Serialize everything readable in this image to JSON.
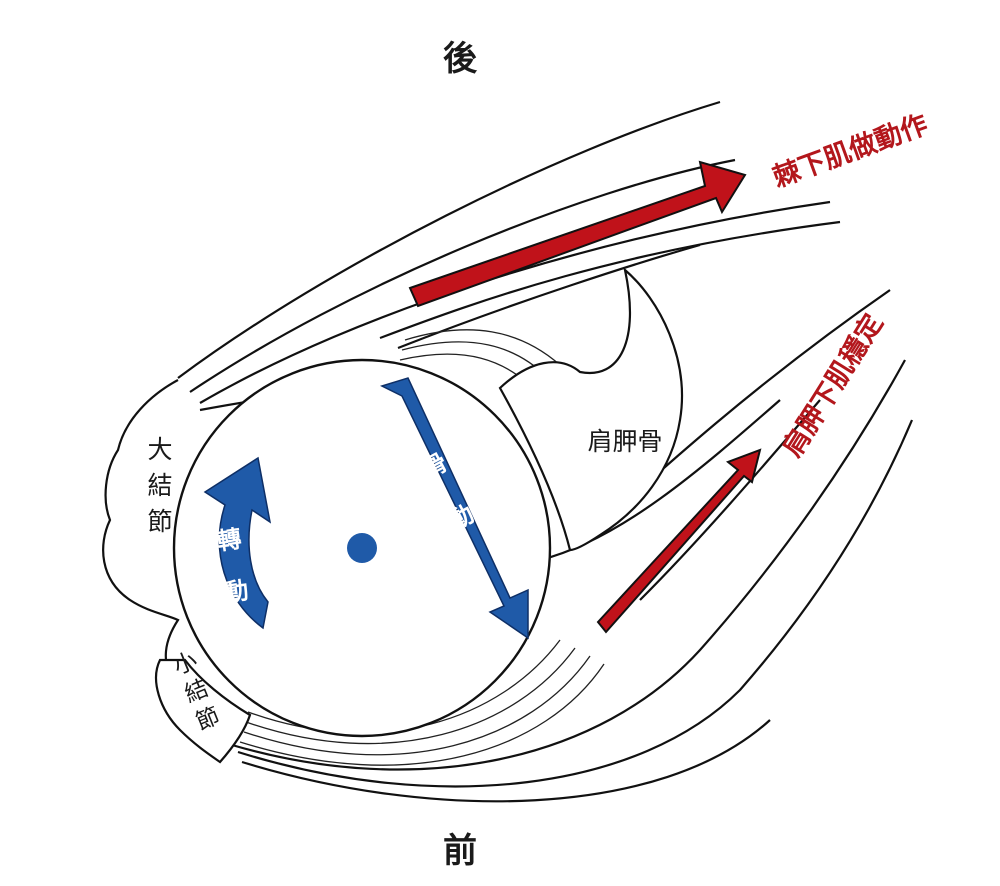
{
  "directions": {
    "posterior": "後",
    "anterior": "前"
  },
  "structures": {
    "greater_tubercle": "大結節",
    "lesser_tubercle": "小結節",
    "scapula": "肩胛骨"
  },
  "motions": {
    "rotation": "轉動",
    "sliding": "滑動"
  },
  "muscles": {
    "infraspinatus": "棘下肌做動作",
    "subscapularis": "肩胛下肌穩定"
  },
  "colors": {
    "muscle_arrow": "#c0121a",
    "muscle_label": "#b3171c",
    "motion_arrow": "#1f5aa8",
    "outline": "#111111"
  }
}
